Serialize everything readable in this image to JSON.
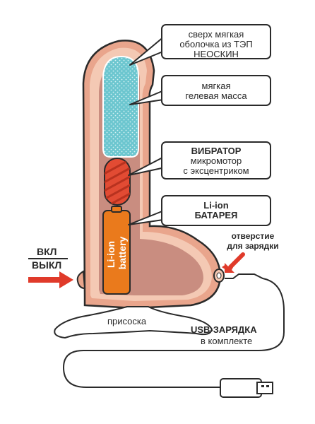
{
  "callouts": {
    "shell": {
      "line1": "сверх мягкая",
      "line2": "оболочка из ТЭП",
      "line3": "НЕОСКИН"
    },
    "gel": {
      "line1": "мягкая",
      "line2": "гелевая масса"
    },
    "vibrator": {
      "title": "ВИБРАТОР",
      "line1": "микромотор",
      "line2": "с эксцентриком"
    },
    "battery": {
      "title1": "Li-ion",
      "title2": "БАТАРЕЯ"
    }
  },
  "battery_label": {
    "line1": "Li-ion",
    "line2": "battery"
  },
  "switch_label": {
    "on": "ВКЛ",
    "off": "ВЫКЛ"
  },
  "charge_port": {
    "line1": "отверстие",
    "line2": "для зарядки"
  },
  "suction_cup": "присоска",
  "usb": {
    "title": "USB-ЗАРЯДКА",
    "subtitle": "в комплекте"
  },
  "colors": {
    "skin_outer": "#e9a58c",
    "skin_light": "#f4c9b4",
    "skin_inner": "#c98d80",
    "gel": "#6cc6cf",
    "motor": "#e24b33",
    "battery": "#ea7a1c",
    "arrow": "#e03a2a",
    "outline": "#2a2a2a"
  }
}
